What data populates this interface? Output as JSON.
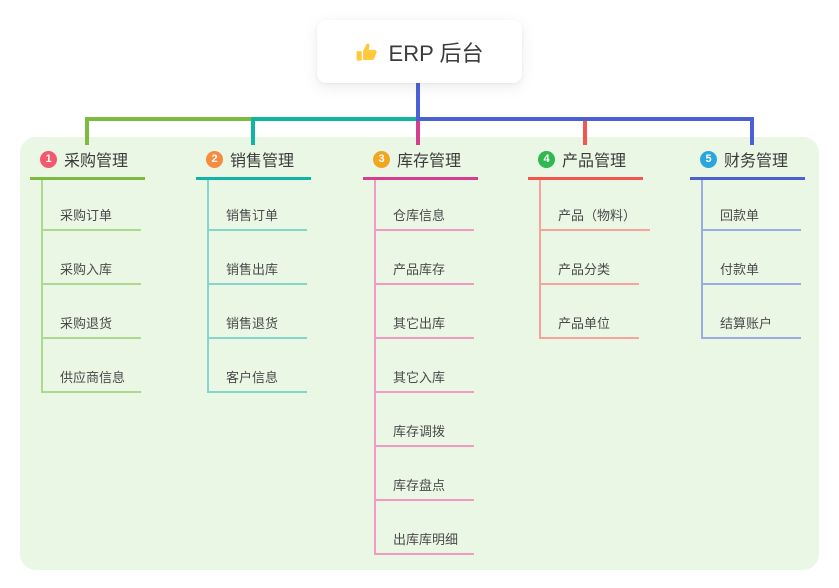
{
  "root": {
    "label": "ERP 后台",
    "icon": "thumbs-up-icon",
    "icon_color": "#FFC83D",
    "connector_color": "#4B60D5"
  },
  "canvas": {
    "background": "#EAF7E5"
  },
  "branches": [
    {
      "number": "1",
      "label": "采购管理",
      "color": "#7CBA40",
      "light_color": "#ACD88F",
      "badge_color": "#F4586B",
      "children": [
        "采购订单",
        "采购入库",
        "采购退货",
        "供应商信息"
      ]
    },
    {
      "number": "2",
      "label": "销售管理",
      "color": "#10B5A5",
      "light_color": "#84D6CC",
      "badge_color": "#F78B40",
      "children": [
        "销售订单",
        "销售出库",
        "销售退货",
        "客户信息"
      ]
    },
    {
      "number": "3",
      "label": "库存管理",
      "color": "#D63D8F",
      "light_color": "#F29CC4",
      "badge_color": "#F2A51F",
      "children": [
        "仓库信息",
        "产品库存",
        "其它出库",
        "其它入库",
        "库存调拨",
        "库存盘点",
        "出库库明细"
      ]
    },
    {
      "number": "4",
      "label": "产品管理",
      "color": "#F4554E",
      "light_color": "#F8A39E",
      "badge_color": "#2FB750",
      "children": [
        "产品（物料）",
        "产品分类",
        "产品单位"
      ]
    },
    {
      "number": "5",
      "label": "财务管理",
      "color": "#4B60D5",
      "light_color": "#9BACE5",
      "badge_color": "#2BA6DD",
      "children": [
        "回款单",
        "付款单",
        "结算账户"
      ]
    }
  ]
}
